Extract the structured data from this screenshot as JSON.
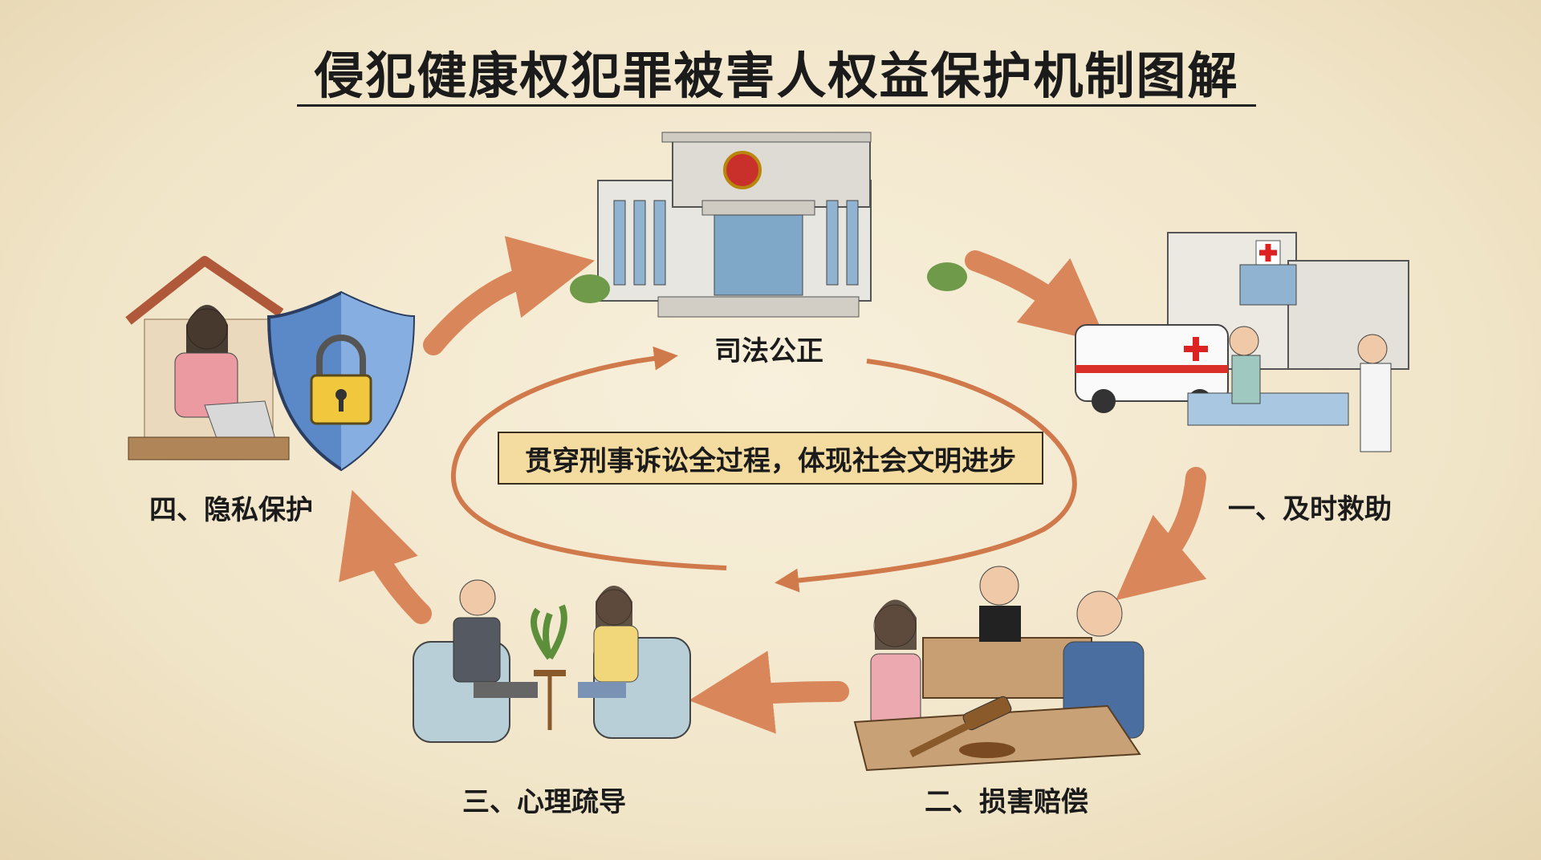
{
  "title": "侵犯健康权犯罪被害人权益保护机制图解",
  "center": {
    "label": "司法公正",
    "caption": "贯穿刑事诉讼全过程，体现社会文明进步"
  },
  "steps": [
    {
      "label": "一、及时救助"
    },
    {
      "label": "二、损害赔偿"
    },
    {
      "label": "三、心理疏导"
    },
    {
      "label": "四、隐私保护"
    }
  ],
  "colors": {
    "arrow": "#d9875a",
    "caption_bg": "#f4dca0",
    "background": "#f4ead2"
  }
}
